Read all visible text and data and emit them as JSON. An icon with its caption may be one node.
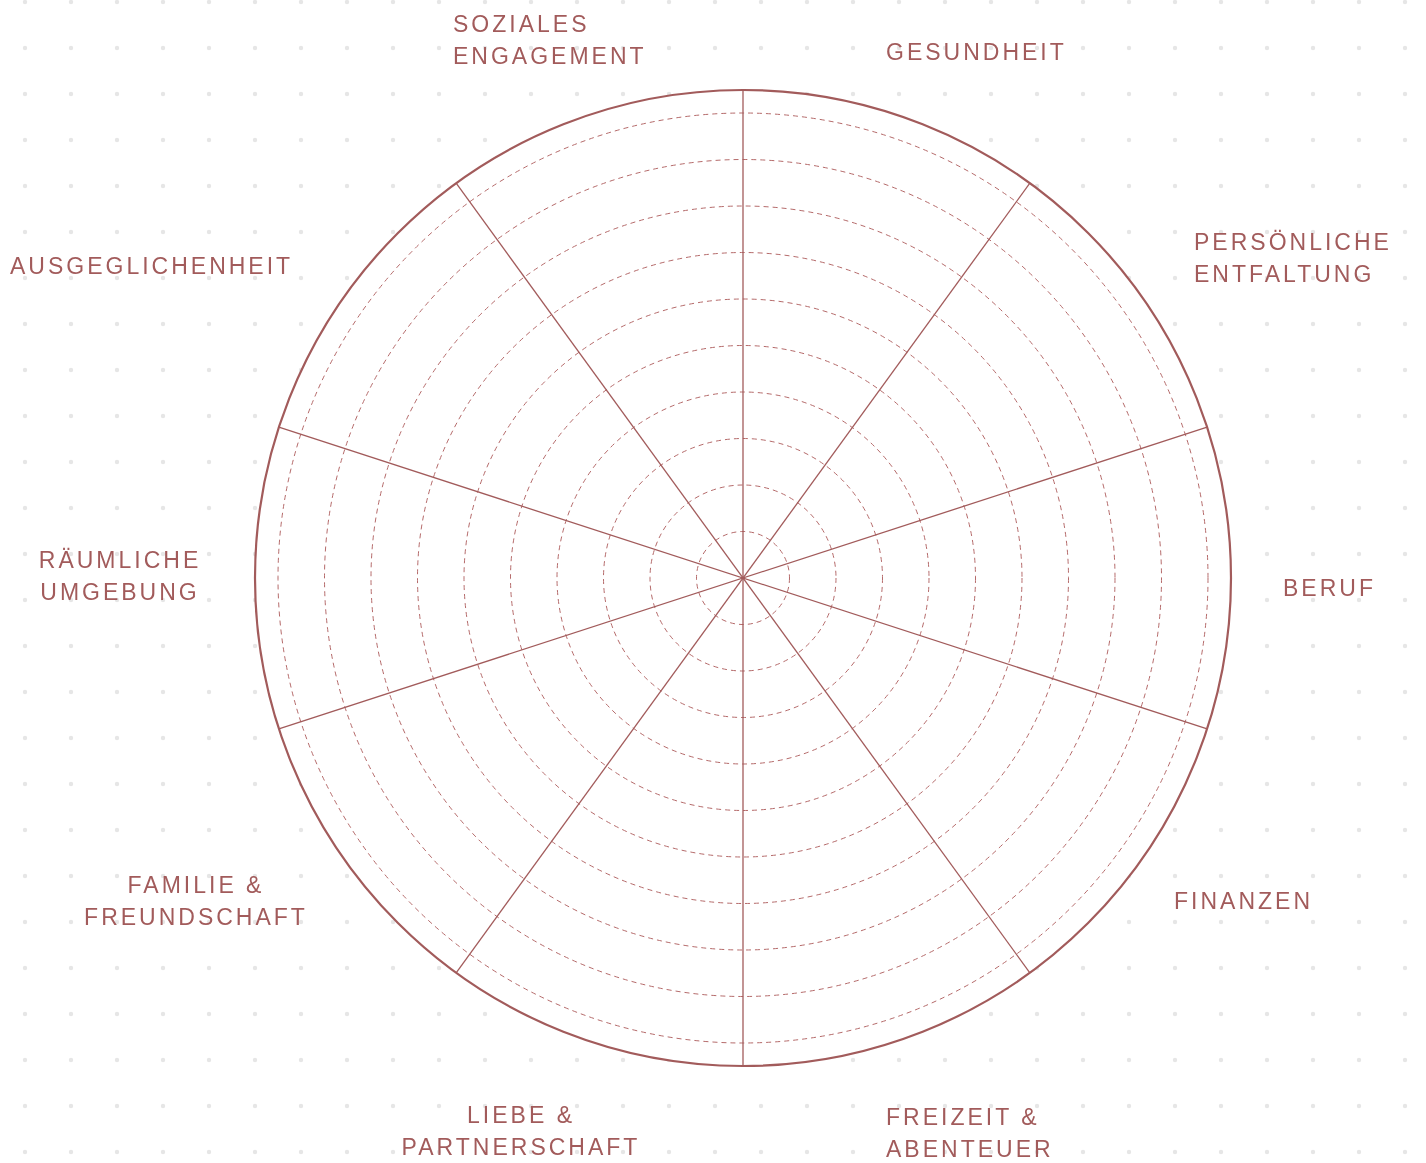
{
  "diagram": {
    "labels": [
      "SOZIALES ENGAGEMENT",
      "GESUNDHEIT",
      "PERSÖNLICHE ENTFALTUNG",
      "AUSGEGLICHENHEIT",
      "RÄUMLICHE UMGEBUNG",
      "BERUF",
      "FAMILIE & FREUNDSCHAFT",
      "FINANZEN",
      "LIEBE & PARTNERSCHAFT",
      "FREIZEIT & ABENTEUER"
    ]
  }
}
